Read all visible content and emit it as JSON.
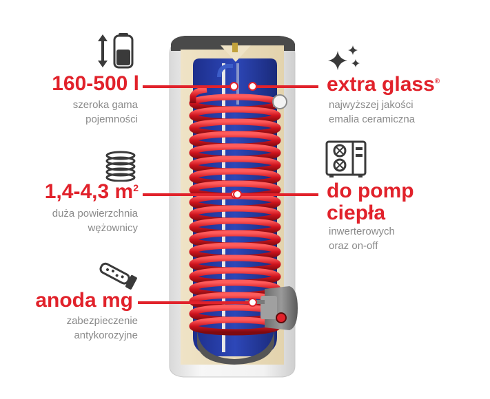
{
  "features": {
    "capacity": {
      "value": "160-500 l",
      "desc1": "szeroka gama",
      "desc2": "pojemności"
    },
    "coil": {
      "value_main": "1,4-4,3 m",
      "value_sup": "2",
      "desc1": "duża powierzchnia",
      "desc2": "wężownicy"
    },
    "anode": {
      "value": "anoda mg",
      "desc1": "zabezpieczenie",
      "desc2": "antykorozyjne"
    },
    "glass": {
      "value": "extra glass",
      "registered": "®",
      "desc1": "najwyższej jakości",
      "desc2": "emalia ceramiczna"
    },
    "heatpump": {
      "value1": "do pomp",
      "value2": "ciepła",
      "desc1": "inwerterowych",
      "desc2": "oraz on-off"
    }
  },
  "colors": {
    "accent": "#e1222b",
    "icon": "#3a3a3a",
    "text_gray": "#8a8a8a"
  },
  "icons": [
    "arrows-container-icon",
    "sparkle-icon",
    "coil-icon",
    "heat-pump-icon",
    "anode-rod-icon"
  ]
}
